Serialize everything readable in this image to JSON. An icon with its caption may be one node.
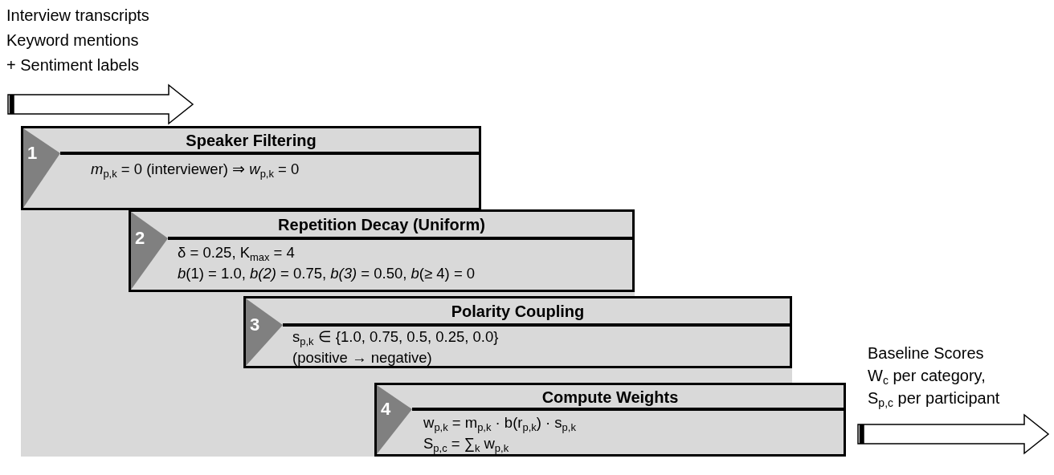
{
  "diagram": {
    "nodes": [
      {
        "text": [
          "Interview transcripts",
          "Keyword mentions",
          "+ Sentiment labels"
        ]
      },
      {
        "text": [
          "1",
          "Speaker Filtering",
          "*m*$_{p,k}$ = 0 (interviewer) ⇒ *w*$_{p,k}$ = 0"
        ]
      },
      {
        "text": [
          "2",
          "Repetition Decay (Uniform)",
          "δ = 0.25, K$_{max}$ = 4",
          "*b*(1) = 1.0, *b(2)* = 0.75, *b(3)* = 0.50, *b*(≥ 4) = 0"
        ]
      },
      {
        "text": [
          "3",
          "Polarity Coupling",
          "s$_{p,k}$ ∈ {1.0, 0.75, 0.5, 0.25, 0.0}",
          "(positive → negative)"
        ]
      },
      {
        "text": [
          "4",
          "Compute Weights",
          "w$_{p,k}$ = m$_{p,k}$ · b(r$_{p,k}$) · s$_{p,k}$",
          "S$_{p,c}$ = ∑$_{k}$ w$_{p,k}$"
        ]
      },
      {
        "text": [
          "Baseline Scores",
          "W$_{c}$ per category,",
          "S$_{p,c}$ per participant"
        ]
      }
    ],
    "edges": [
      {
        "from": 0,
        "to": null,
        "arrow": "to"
      },
      {
        "from": 4,
        "to": null,
        "arrow": "to"
      }
    ]
  }
}
